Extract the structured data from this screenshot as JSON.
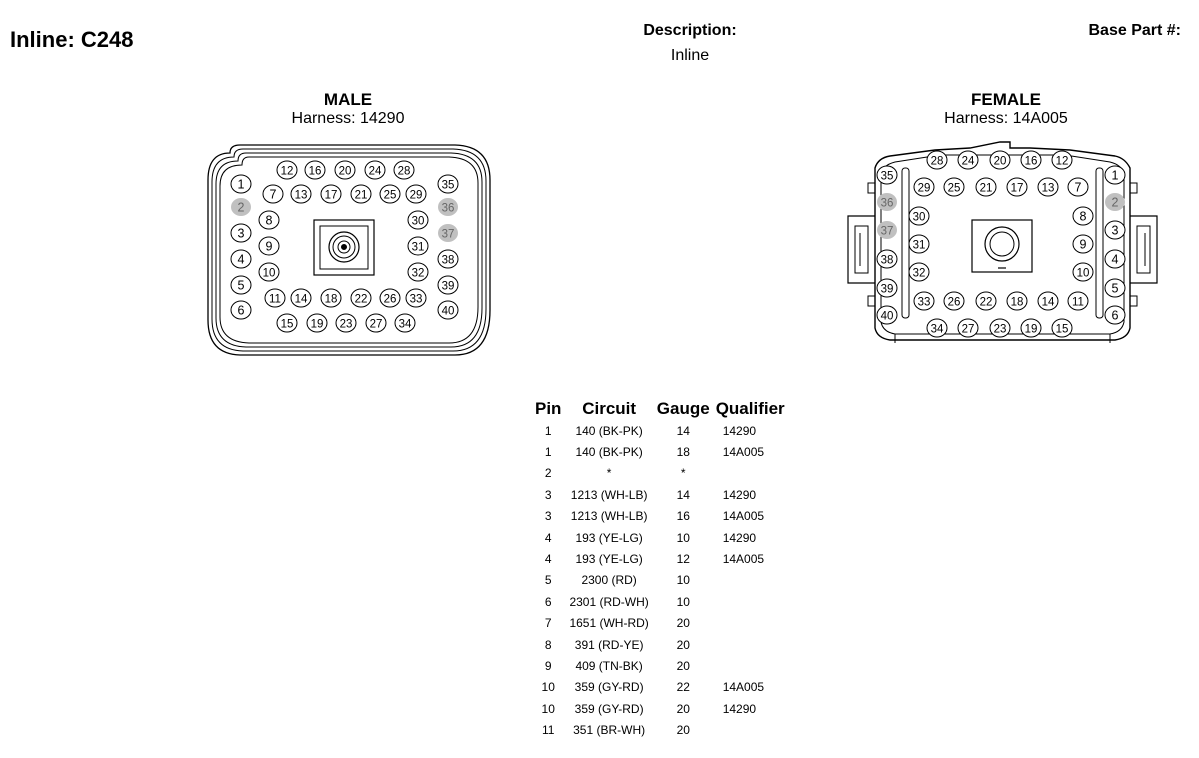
{
  "header": {
    "title": "Inline: C248",
    "description_label": "Description:",
    "description_value": "Inline",
    "base_part_label": "Base Part #:"
  },
  "connectors": {
    "male": {
      "gender": "MALE",
      "harness": "Harness: 14290"
    },
    "female": {
      "gender": "FEMALE",
      "harness": "Harness: 14A005"
    }
  },
  "highlight_color": "#c0c0c0",
  "table": {
    "headers": [
      "Pin",
      "Circuit",
      "Gauge",
      "Qualifier"
    ],
    "rows": [
      [
        "1",
        "140 (BK-PK)",
        "14",
        "14290"
      ],
      [
        "1",
        "140 (BK-PK)",
        "18",
        "14A005"
      ],
      [
        "2",
        "*",
        "*",
        ""
      ],
      [
        "3",
        "1213 (WH-LB)",
        "14",
        "14290"
      ],
      [
        "3",
        "1213 (WH-LB)",
        "16",
        "14A005"
      ],
      [
        "4",
        "193 (YE-LG)",
        "10",
        "14290"
      ],
      [
        "4",
        "193 (YE-LG)",
        "12",
        "14A005"
      ],
      [
        "5",
        "2300 (RD)",
        "10",
        ""
      ],
      [
        "6",
        "2301 (RD-WH)",
        "10",
        ""
      ],
      [
        "7",
        "1651 (WH-RD)",
        "20",
        ""
      ],
      [
        "8",
        "391 (RD-YE)",
        "20",
        ""
      ],
      [
        "9",
        "409 (TN-BK)",
        "20",
        ""
      ],
      [
        "10",
        "359 (GY-RD)",
        "22",
        "14A005"
      ],
      [
        "10",
        "359 (GY-RD)",
        "20",
        "14290"
      ],
      [
        "11",
        "351 (BR-WH)",
        "20",
        ""
      ]
    ]
  }
}
